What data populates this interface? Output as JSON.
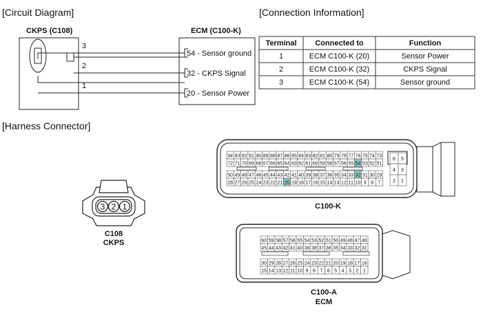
{
  "headings": {
    "circuit": "[Circuit Diagram]",
    "connection": "[Connection Information]",
    "harness": "[Harness Connector]"
  },
  "circuit": {
    "sensor_title": "CKPS (C108)",
    "ecm_title": "ECM (C100-K)",
    "wires": [
      {
        "pin": "3",
        "label": "54 - Sensor ground"
      },
      {
        "pin": "2",
        "label": "32 - CKPS Signal"
      },
      {
        "pin": "1",
        "label": "20 - Sensor Power"
      }
    ]
  },
  "table": {
    "headers": [
      "Terminal",
      "Connected to",
      "Function"
    ],
    "rows": [
      [
        "1",
        "ECM C100-K (20)",
        "Sensor Power"
      ],
      [
        "2",
        "ECM C100-K (32)",
        "CKPS Signal"
      ],
      [
        "3",
        "ECM C100-K (54)",
        "Sensor ground"
      ]
    ]
  },
  "highlight_color": "#8fc4c4",
  "c108": {
    "pins": [
      "3",
      "2",
      "1"
    ],
    "label1": "C108",
    "label2": "CKPS"
  },
  "c100k": {
    "label": "C100-K",
    "highlighted": [
      "54",
      "32",
      "20"
    ],
    "rows": [
      [
        "94",
        "93",
        "92",
        "91",
        "90",
        "89",
        "88",
        "87",
        "86",
        "85",
        "84",
        "83",
        "82",
        "81",
        "80",
        "79",
        "78",
        "77",
        "76",
        "75",
        "74",
        "73"
      ],
      [
        "72",
        "71",
        "70",
        "69",
        "68",
        "67",
        "66",
        "65",
        "64",
        "63",
        "62",
        "61",
        "60",
        "59",
        "58",
        "57",
        "56",
        "55",
        "54",
        "53",
        "52",
        "51"
      ],
      [
        "50",
        "49",
        "48",
        "47",
        "46",
        "45",
        "44",
        "43",
        "42",
        "41",
        "40",
        "39",
        "38",
        "37",
        "36",
        "35",
        "34",
        "33",
        "32",
        "31",
        "30",
        "29"
      ],
      [
        "28",
        "27",
        "26",
        "25",
        "24",
        "23",
        "22",
        "21",
        "20",
        "19",
        "18",
        "17",
        "16",
        "15",
        "14",
        "13",
        "12",
        "11",
        "10",
        "9",
        "8",
        "7"
      ]
    ],
    "side": [
      [
        "6",
        "5"
      ],
      [
        "4",
        "3"
      ],
      [
        "2",
        "1"
      ]
    ]
  },
  "c100a": {
    "label1": "C100-A",
    "label2": "ECM",
    "rows": [
      [
        "60",
        "59",
        "58",
        "57",
        "56",
        "55",
        "54",
        "53",
        "52",
        "51",
        "50",
        "49",
        "48",
        "47",
        "46"
      ],
      [
        "45",
        "44",
        "43",
        "42",
        "41",
        "40",
        "39",
        "38",
        "37",
        "36",
        "35",
        "34",
        "33",
        "32",
        "31"
      ],
      [
        "30",
        "29",
        "28",
        "27",
        "26",
        "25",
        "24",
        "23",
        "22",
        "21",
        "20",
        "19",
        "18",
        "17",
        "16"
      ],
      [
        "15",
        "14",
        "13",
        "12",
        "11",
        "10",
        "9",
        "8",
        "7",
        "6",
        "5",
        "4",
        "3",
        "2",
        "1"
      ]
    ]
  }
}
